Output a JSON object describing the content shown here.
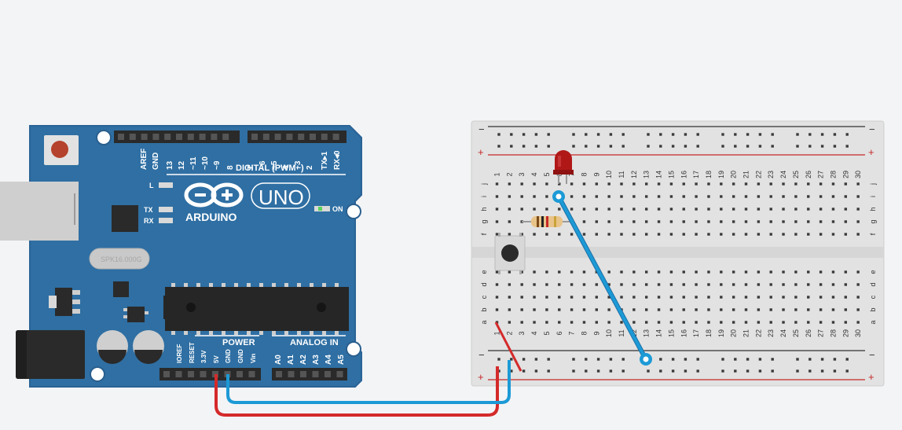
{
  "arduino": {
    "brand": "ARDUINO",
    "model": "UNO",
    "digital_label": "DIGITAL (PWM~)",
    "power_label": "POWER",
    "analog_label": "ANALOG IN",
    "on_label": "ON",
    "led_l": "L",
    "led_tx": "TX",
    "led_rx": "RX",
    "crystal": "SPK16.000G",
    "digital_pins": [
      "AREF",
      "GND",
      "13",
      "12",
      "~11",
      "~10",
      "~9",
      "8",
      "7",
      "~6",
      "~5",
      "4",
      "~3",
      "2",
      "TX▸1",
      "RX◂0"
    ],
    "power_pins": [
      "IOREF",
      "RESET",
      "3.3V",
      "5V",
      "GND",
      "GND",
      "Vin"
    ],
    "analog_pins": [
      "A0",
      "A1",
      "A2",
      "A3",
      "A4",
      "A5"
    ]
  },
  "breadboard": {
    "columns": [
      "1",
      "2",
      "3",
      "4",
      "5",
      "6",
      "7",
      "8",
      "9",
      "10",
      "11",
      "12",
      "13",
      "14",
      "15",
      "16",
      "17",
      "18",
      "19",
      "20",
      "21",
      "22",
      "23",
      "24",
      "25",
      "26",
      "27",
      "28",
      "29",
      "30"
    ],
    "upper_rows": [
      "j",
      "i",
      "h",
      "g",
      "f"
    ],
    "lower_rows": [
      "e",
      "d",
      "c",
      "b",
      "a"
    ],
    "rail_minus": "−",
    "rail_plus": "+"
  },
  "colors": {
    "board": "#2f6fa3",
    "wire_red": "#d42a2a",
    "wire_blue": "#1c9ad6",
    "led": "#b01818"
  }
}
